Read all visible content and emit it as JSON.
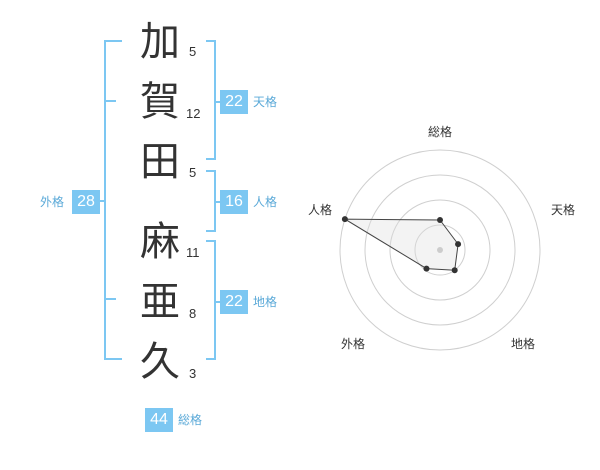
{
  "characters": [
    {
      "char": "加",
      "strokes": "5"
    },
    {
      "char": "賀",
      "strokes": "12"
    },
    {
      "char": "田",
      "strokes": "5"
    },
    {
      "char": "麻",
      "strokes": "11"
    },
    {
      "char": "亜",
      "strokes": "8"
    },
    {
      "char": "久",
      "strokes": "3"
    }
  ],
  "kaku": {
    "tenkaku": {
      "value": "22",
      "label": "天格"
    },
    "jinkaku": {
      "value": "16",
      "label": "人格"
    },
    "chikaku": {
      "value": "22",
      "label": "地格"
    },
    "gaikaku": {
      "value": "28",
      "label": "外格"
    },
    "soukaku": {
      "value": "44",
      "label": "総格"
    }
  },
  "radar": {
    "axes": [
      "総格",
      "天格",
      "地格",
      "外格",
      "人格"
    ],
    "rings": 4,
    "values": [
      0.3,
      0.19,
      0.25,
      0.23,
      1.0
    ]
  },
  "colors": {
    "accent": "#7cc7f2",
    "text": "#333333"
  }
}
